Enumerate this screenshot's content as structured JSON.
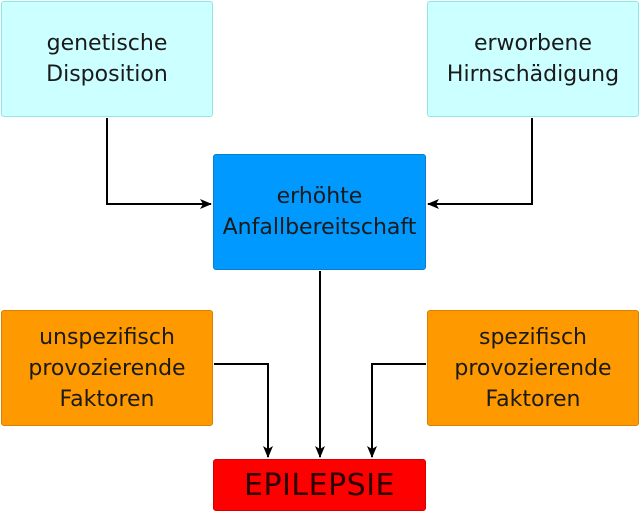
{
  "nodes": {
    "genetic": {
      "lines": [
        "genetische",
        "Disposition"
      ],
      "color": "#ccffff"
    },
    "acquired": {
      "lines": [
        "erworbene",
        "Hirnschädigung"
      ],
      "color": "#ccffff"
    },
    "central": {
      "lines": [
        "erhöhte",
        "Anfallbereitschaft"
      ],
      "color": "#0099ff"
    },
    "unspecific": {
      "lines": [
        "unspezifisch",
        "provozierende",
        "Faktoren"
      ],
      "color": "#ff9900"
    },
    "specific": {
      "lines": [
        "spezifisch",
        "provozierende",
        "Faktoren"
      ],
      "color": "#ff9900"
    },
    "epilepsy": {
      "lines": [
        "EPILEPSIE"
      ],
      "color": "#ff0000"
    }
  },
  "edges": [
    {
      "from": "genetic",
      "to": "central"
    },
    {
      "from": "acquired",
      "to": "central"
    },
    {
      "from": "central",
      "to": "epilepsy"
    },
    {
      "from": "unspecific",
      "to": "epilepsy"
    },
    {
      "from": "specific",
      "to": "epilepsy"
    }
  ]
}
